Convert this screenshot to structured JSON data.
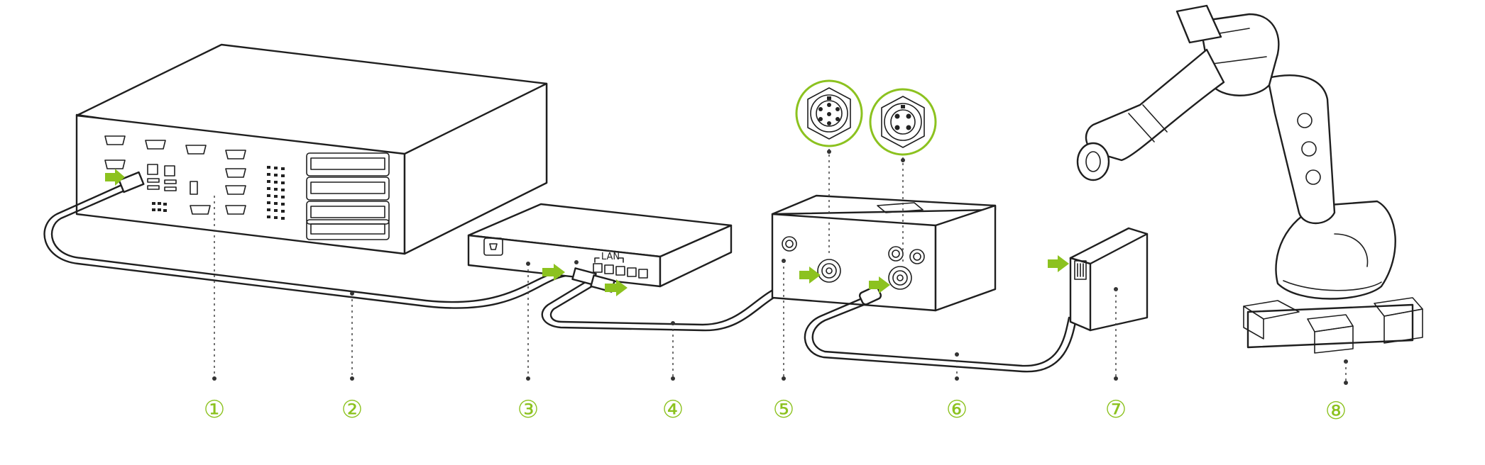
{
  "diagram": {
    "accent_color": "#8cc21f",
    "line_color": "#1f1f1f",
    "callouts": [
      {
        "id": "1",
        "label": "①"
      },
      {
        "id": "2",
        "label": "②"
      },
      {
        "id": "3",
        "label": "③"
      },
      {
        "id": "4",
        "label": "④"
      },
      {
        "id": "5",
        "label": "⑤"
      },
      {
        "id": "6",
        "label": "⑥"
      },
      {
        "id": "7",
        "label": "⑦"
      },
      {
        "id": "8",
        "label": "⑧"
      }
    ],
    "switch_port_label": "LAN",
    "components": {
      "controller": "rack-controller-icon",
      "switch": "network-switch-icon",
      "junction_box": "junction-box-icon",
      "io_module": "io-module-icon",
      "robot": "industrial-robot-arm-icon",
      "connector_a": "circular-connector-8pin-icon",
      "connector_b": "circular-connector-4pin-icon"
    }
  }
}
